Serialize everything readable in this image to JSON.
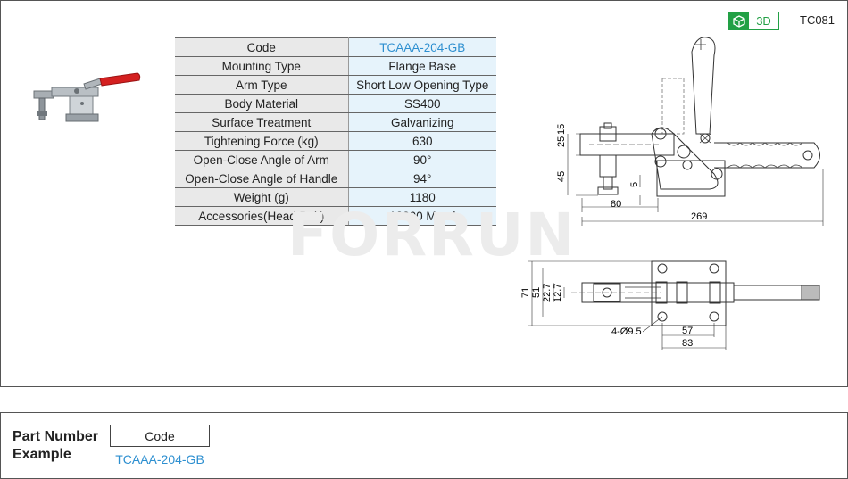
{
  "header": {
    "badge_3d": "3D",
    "model_code": "TC081"
  },
  "spec_table": {
    "rows": [
      {
        "key": "Code",
        "value": "TCAAA-204-GB"
      },
      {
        "key": "Mounting Type",
        "value": "Flange Base"
      },
      {
        "key": "Arm Type",
        "value": "Short Low Opening Type"
      },
      {
        "key": "Body Material",
        "value": "SS400"
      },
      {
        "key": "Surface Treatment",
        "value": "Galvanizing"
      },
      {
        "key": "Tightening Force (kg)",
        "value": "630"
      },
      {
        "key": "Open-Close Angle of Arm",
        "value": "90°"
      },
      {
        "key": "Open-Close  Angle of Handle",
        "value": "94°"
      },
      {
        "key": "Weight (g)",
        "value": "1180"
      },
      {
        "key": "Accessories(Head Bolt)",
        "value": "12300 Metal"
      }
    ]
  },
  "watermark": "FORRUN",
  "side_view_dims": {
    "d25": "25",
    "d15": "15",
    "d45": "45",
    "d5": "5",
    "d80": "80",
    "d269": "269"
  },
  "top_view_dims": {
    "d71": "71",
    "d51": "51",
    "d227": "22.7",
    "d127": "12.7",
    "holes": "4-Ø9.5",
    "d57": "57",
    "d83": "83"
  },
  "part_number": {
    "label": "Part Number Example",
    "code_header": "Code",
    "code_value": "TCAAA-204-GB"
  },
  "colors": {
    "accent_green": "#22a045",
    "code_blue": "#2d8fd0",
    "handle_red": "#d42020"
  }
}
